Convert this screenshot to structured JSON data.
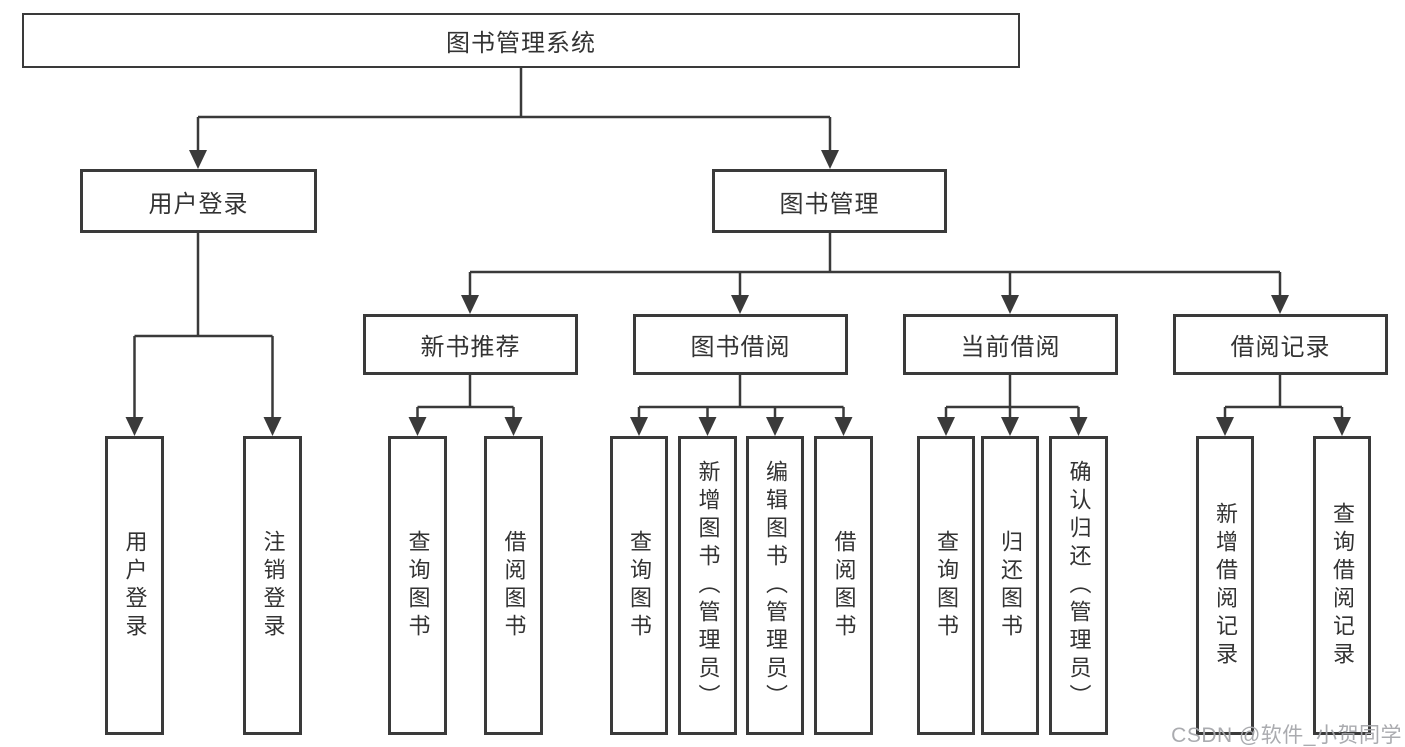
{
  "diagram": {
    "root": "图书管理系统",
    "branches": [
      {
        "label": "用户登录",
        "children": [
          "用户登录",
          "注销登录"
        ]
      },
      {
        "label": "图书管理",
        "sections": [
          {
            "label": "新书推荐",
            "children": [
              "查询图书",
              "借阅图书"
            ]
          },
          {
            "label": "图书借阅",
            "children": [
              "查询图书",
              "新增图书（管理员）",
              "编辑图书（管理员）",
              "借阅图书"
            ]
          },
          {
            "label": "当前借阅",
            "children": [
              "查询图书",
              "归还图书",
              "确认归还（管理员）"
            ]
          },
          {
            "label": "借阅记录",
            "children": [
              "新增借阅记录",
              "查询借阅记录"
            ]
          }
        ]
      }
    ]
  },
  "watermark": "CSDN @软件_小贺同学",
  "colors": {
    "line": "#3a3a3a",
    "box_border": "#3a3a3a",
    "box_background": "#ffffff",
    "text": "#333333",
    "watermark": "#a5a6ab",
    "page_background": "#ffffff"
  }
}
